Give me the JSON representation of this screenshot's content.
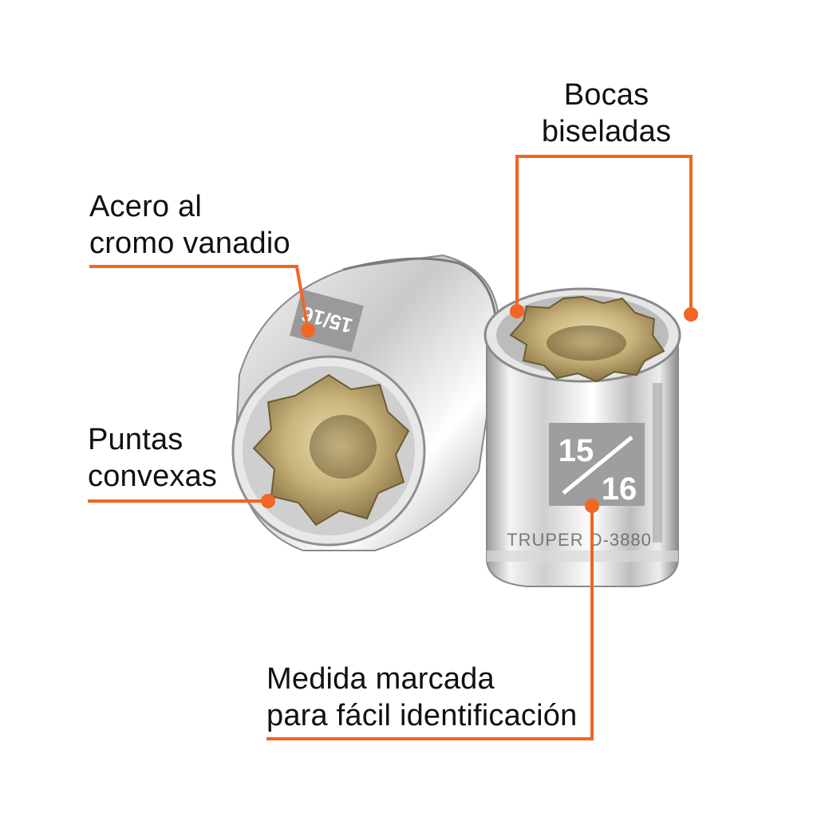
{
  "callouts": {
    "bocas": {
      "line1": "Bocas",
      "line2": "biseladas"
    },
    "acero": {
      "line1": "Acero al",
      "line2": "cromo vanadio"
    },
    "puntas": {
      "line1": "Puntas",
      "line2": "convexas"
    },
    "medida": {
      "line1": "Medida marcada",
      "line2": "para fácil identificación"
    }
  },
  "product": {
    "size_numerator": "15",
    "size_denominator": "16",
    "brand_engraving": "TRUPER D-3880"
  },
  "colors": {
    "accent": "#f26522",
    "chrome_light": "#f2f2f2",
    "chrome_dark": "#8a8a8a",
    "interior_gold": "#c8b27a"
  }
}
